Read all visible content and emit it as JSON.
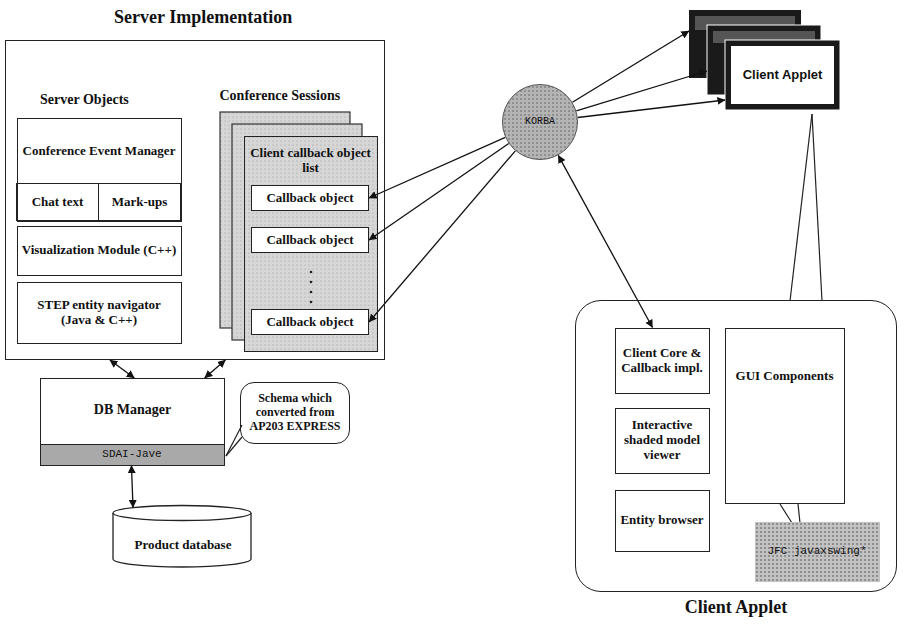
{
  "diagram": {
    "nodes": [
      {
        "text": [
          "Server Implementation"
        ]
      },
      {
        "text": [
          "Conference Event Manager"
        ],
        "in": 0
      },
      {
        "text": [
          "Chat text"
        ],
        "in": 1
      },
      {
        "text": [
          "Mark-ups"
        ],
        "in": 1
      },
      {
        "text": [
          "Visualization Module (C++)"
        ],
        "in": 0
      },
      {
        "text": [
          "STEP entity navigator (Java & C++)"
        ],
        "in": 0
      },
      {
        "text": [
          "Conference Sessions"
        ],
        "in": 0
      },
      {
        "text": [
          "Client callback object list"
        ],
        "in": 6
      },
      {
        "text": [
          "Callback object"
        ],
        "in": 7
      },
      {
        "text": [
          "Callback object"
        ],
        "in": 7
      },
      {
        "text": [
          "Callback object"
        ],
        "in": 7
      },
      {
        "text": [
          "DB Manager"
        ]
      },
      {
        "text": [
          "SDAI-Jave"
        ],
        "in": 11
      },
      {
        "text": [
          "Schema which converted from AP203 EXPRESS"
        ]
      },
      {
        "text": [
          "Product database"
        ]
      },
      {
        "text": [
          "KORBA"
        ]
      },
      {
        "text": [
          "Client Applet"
        ]
      },
      {
        "text": [
          "Client Applet"
        ]
      },
      {
        "text": [
          "Client Core & Callback impl."
        ],
        "in": 17
      },
      {
        "text": [
          "Interactive shaded model viewer"
        ],
        "in": 17
      },
      {
        "text": [
          "Entity browser"
        ],
        "in": 17
      },
      {
        "text": [
          "GUI Components"
        ],
        "in": 17
      },
      {
        "text": [
          "JFC javaxswing*"
        ],
        "in": 17
      }
    ],
    "edges": [
      {
        "from": 11,
        "to": 0,
        "arrow": "both"
      },
      {
        "from": 11,
        "to": 0,
        "arrow": "both"
      },
      {
        "from": 12,
        "to": 14,
        "arrow": "both"
      },
      {
        "from": 15,
        "to": 8,
        "arrow": "to"
      },
      {
        "from": 15,
        "to": 9,
        "arrow": "to"
      },
      {
        "from": 15,
        "to": 10,
        "arrow": "to"
      },
      {
        "from": 15,
        "to": 16,
        "arrow": "to"
      },
      {
        "from": 15,
        "to": 16,
        "arrow": "to"
      },
      {
        "from": 15,
        "to": 16,
        "arrow": "to"
      },
      {
        "from": 15,
        "to": 18,
        "arrow": "both"
      }
    ],
    "labels": [
      "Server Objects"
    ]
  }
}
